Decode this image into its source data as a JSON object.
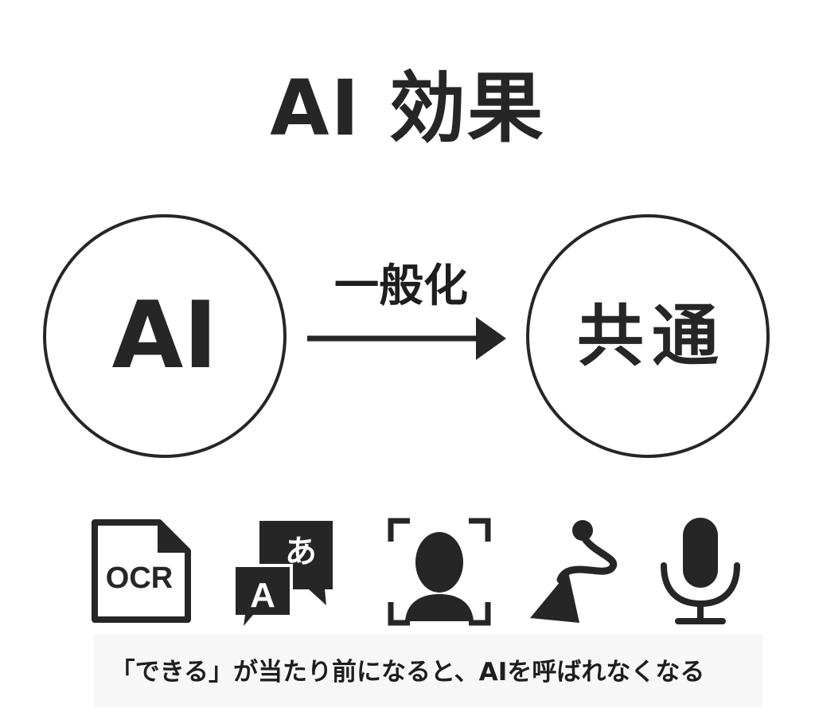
{
  "title": "AI 効果",
  "diagram": {
    "left_node": {
      "label": "AI"
    },
    "right_node": {
      "label": "共通"
    },
    "arrow": {
      "label": "一般化"
    }
  },
  "icons": [
    {
      "name": "ocr-document-icon",
      "label": "OCR"
    },
    {
      "name": "translate-icon",
      "label_latin": "A",
      "label_kana": "あ"
    },
    {
      "name": "face-recognition-icon"
    },
    {
      "name": "navigation-route-icon"
    },
    {
      "name": "microphone-icon"
    }
  ],
  "caption": "「できる」が当たり前になると、AIを呼ばれなくなる"
}
